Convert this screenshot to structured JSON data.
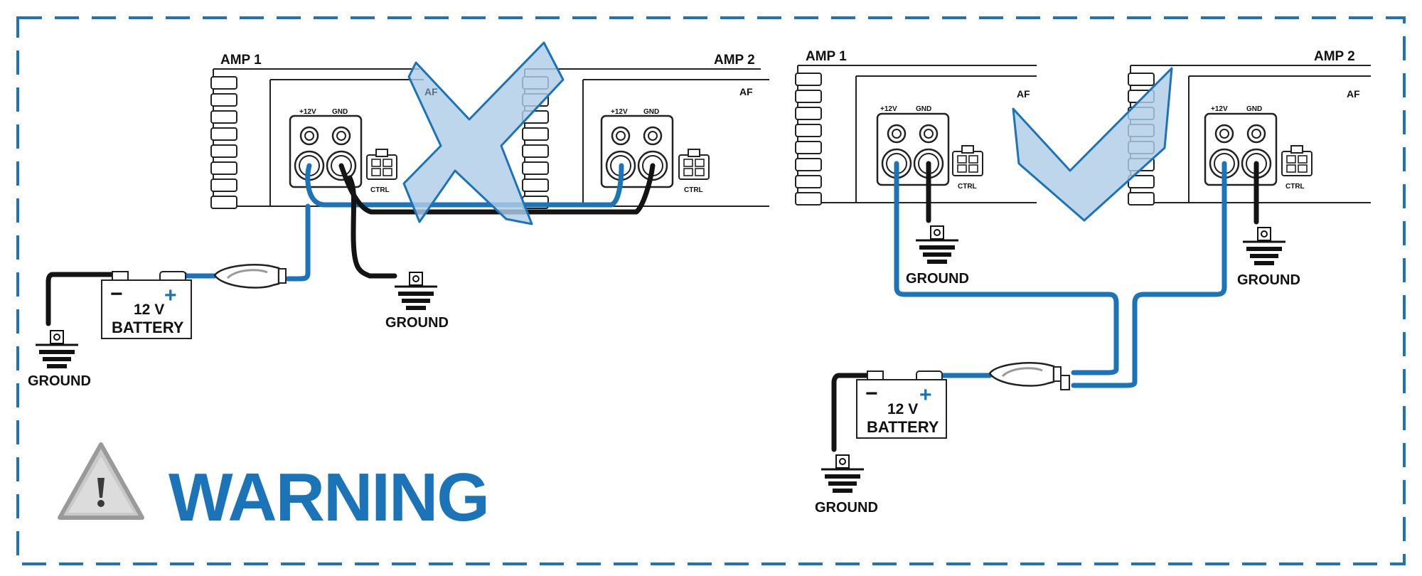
{
  "colors": {
    "accent_blue": "#1b73b8",
    "mark_fill": "#b0cde8",
    "border_dash": "#1b73b8",
    "wire_black": "#141414"
  },
  "warning": {
    "text": "WARNING",
    "icon": "warning-triangle-icon"
  },
  "wrong": {
    "amp1": {
      "title": "AMP 1",
      "af": "AF",
      "plus_label": "+12V",
      "gnd_label": "GND",
      "ctrl_label": "CTRL"
    },
    "amp2": {
      "title": "AMP 2",
      "af": "AF",
      "plus_label": "+12V",
      "gnd_label": "GND",
      "ctrl_label": "CTRL"
    },
    "battery": {
      "voltage": "12 V",
      "label": "BATTERY",
      "minus": "−",
      "plus": "+"
    },
    "ground_amp": "GROUND",
    "ground_battery": "GROUND",
    "mark_icon": "cross-icon"
  },
  "right": {
    "amp1": {
      "title": "AMP 1",
      "af": "AF",
      "plus_label": "+12V",
      "gnd_label": "GND",
      "ctrl_label": "CTRL"
    },
    "amp2": {
      "title": "AMP 2",
      "af": "AF",
      "plus_label": "+12V",
      "gnd_label": "GND",
      "ctrl_label": "CTRL"
    },
    "battery": {
      "voltage": "12 V",
      "label": "BATTERY",
      "minus": "−",
      "plus": "+"
    },
    "ground_amp1": "GROUND",
    "ground_amp2": "GROUND",
    "ground_battery": "GROUND",
    "mark_icon": "checkmark-icon"
  }
}
